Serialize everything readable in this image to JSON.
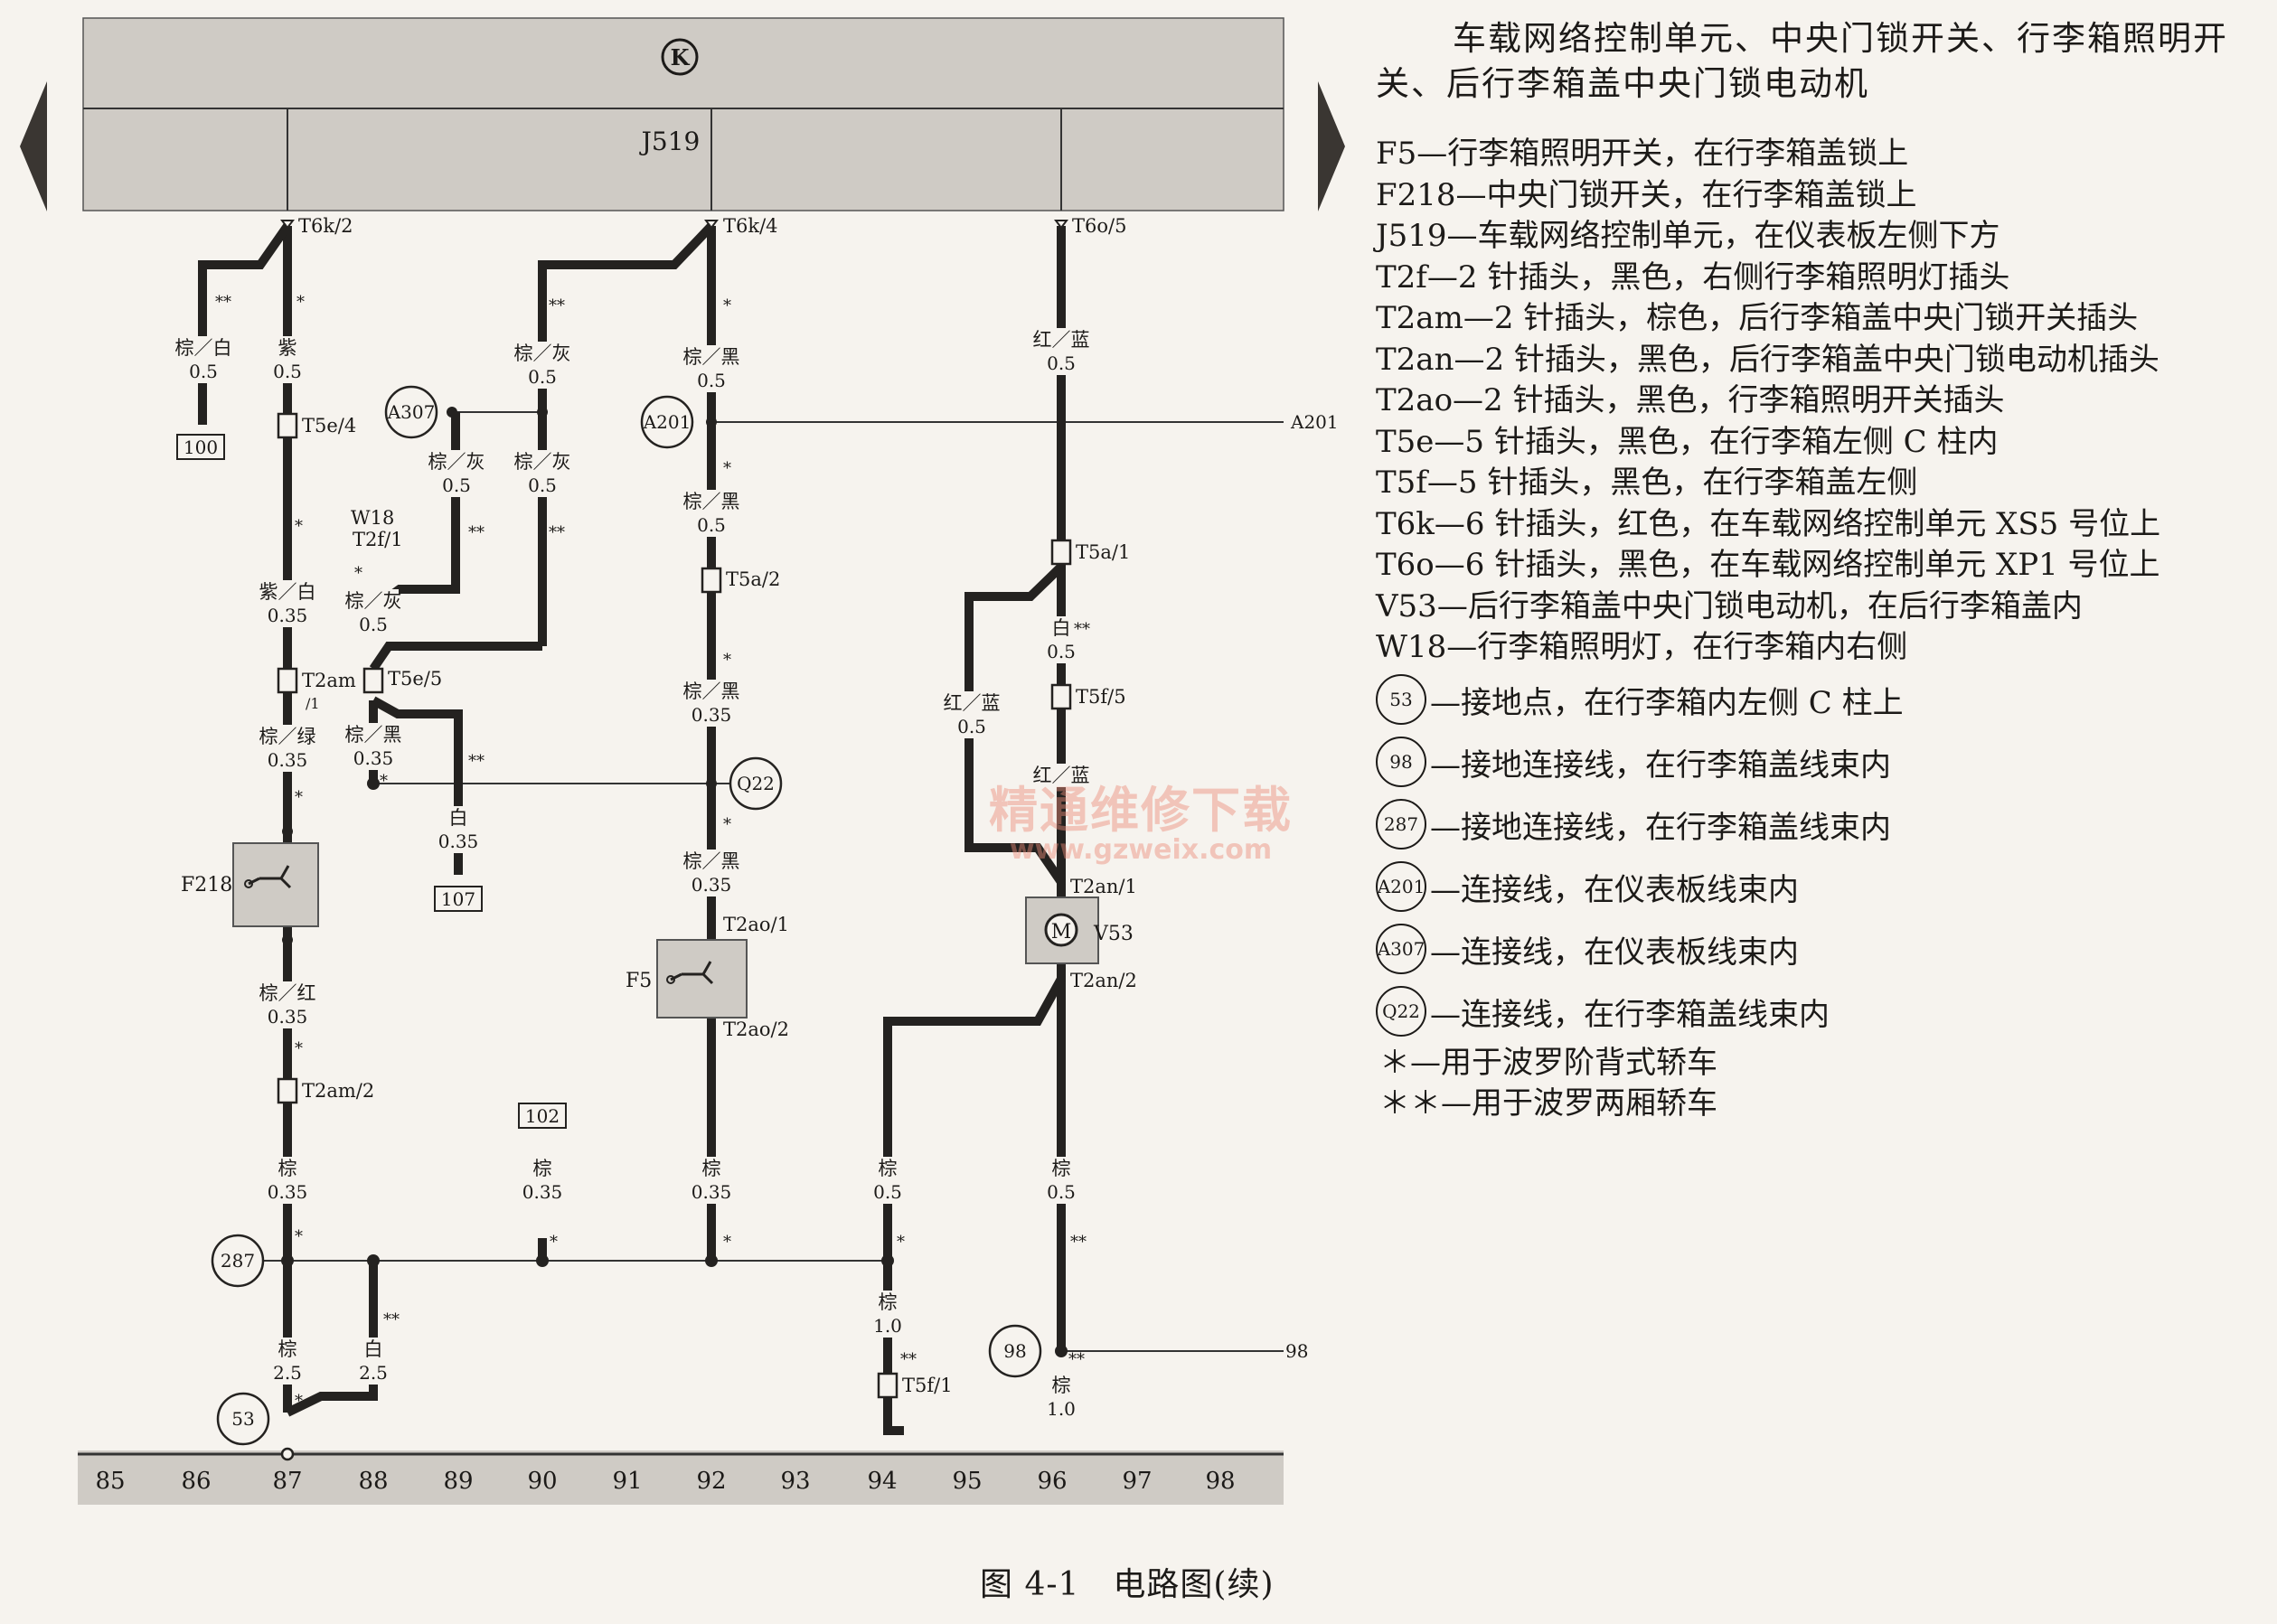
{
  "module": {
    "name": "J519",
    "symbol": "K"
  },
  "column_numbers": [
    "85",
    "86",
    "87",
    "88",
    "89",
    "90",
    "91",
    "92",
    "93",
    "94",
    "95",
    "96",
    "97",
    "98"
  ],
  "wires": {
    "w86a": {
      "color": "棕／白",
      "size": "0.5",
      "mark": "**"
    },
    "w87a": {
      "color": "紫",
      "size": "0.5",
      "mark": "*"
    },
    "w87b": {
      "color": "紫／白",
      "size": "0.35",
      "mark": "*"
    },
    "w87c": {
      "color": "棕／绿",
      "size": "0.35",
      "mark": "*"
    },
    "w87d": {
      "color": "棕／红",
      "size": "0.35",
      "mark": "*"
    },
    "w87e": {
      "color": "棕",
      "size": "0.35",
      "mark": "*"
    },
    "w87f": {
      "color": "棕",
      "size": "2.5",
      "mark": "*"
    },
    "w88a": {
      "color": "棕／灰",
      "size": "0.5",
      "mark": "*"
    },
    "w88b": {
      "color": "白",
      "size": "2.5",
      "mark": "**"
    },
    "w88c": {
      "color": "棕／黑",
      "size": "0.35",
      "mark": "*"
    },
    "w89a": {
      "color": "棕／灰",
      "size": "0.5",
      "mark": "**"
    },
    "w89b": {
      "color": "白",
      "size": "0.35",
      "mark": "**"
    },
    "w90a": {
      "color": "棕／灰",
      "size": "0.5",
      "mark": "**"
    },
    "w90b": {
      "color": "棕／灰",
      "size": "0.5",
      "mark": "**"
    },
    "w90c": {
      "color": "棕",
      "size": "0.35",
      "mark": "*"
    },
    "w92a": {
      "color": "棕／黑",
      "size": "0.5",
      "mark": "*"
    },
    "w92b": {
      "color": "棕／黑",
      "size": "0.5",
      "mark": "*"
    },
    "w92c": {
      "color": "棕／黑",
      "size": "0.35",
      "mark": "*"
    },
    "w92d": {
      "color": "棕／黑",
      "size": "0.35",
      "mark": "*"
    },
    "w92e": {
      "color": "棕",
      "size": "0.35",
      "mark": "*"
    },
    "w94a": {
      "color": "棕",
      "size": "0.5",
      "mark": "*"
    },
    "w94b": {
      "color": "棕",
      "size": "1.0",
      "mark": "**"
    },
    "w95a": {
      "color": "红／蓝",
      "size": "0.5",
      "mark": ""
    },
    "w96a": {
      "color": "红／蓝",
      "size": "0.5",
      "mark": ""
    },
    "w96b": {
      "color": "白",
      "size": "0.5",
      "mark": "**"
    },
    "w96c": {
      "color": "红／蓝",
      "size": "",
      "mark": ""
    },
    "w96d": {
      "color": "棕",
      "size": "0.5",
      "mark": "**"
    },
    "w96e": {
      "color": "棕",
      "size": "1.0",
      "mark": "**"
    }
  },
  "connectors": {
    "T6k2": "T6k/2",
    "T6k4": "T6k/4",
    "T6o5": "T6o/5",
    "T5e4": "T5e/4",
    "T2am1": "T2am",
    "T2am1b": "/1",
    "T5e5": "T5e/5",
    "T2am2": "T2am/2",
    "T5a2": "T5a/2",
    "T5a1": "T5a/1",
    "T5f5": "T5f/5",
    "T2an1": "T2an/1",
    "T2an2": "T2an/2",
    "T2ao1": "T2ao/1",
    "T2ao2": "T2ao/2",
    "T5f1": "T5f/1",
    "W18": "W18",
    "T2f1": "T2f/1"
  },
  "components": {
    "F218": "F218",
    "F5": "F5",
    "V53": "V53",
    "motor": "M"
  },
  "nodes": {
    "A307": "A307",
    "A201": "A201",
    "Q22": "Q22",
    "n287": "287",
    "n98": "98",
    "n53": "53"
  },
  "boxes": {
    "b100": "100",
    "b107": "107",
    "b102": "102"
  },
  "right_refs": {
    "A201": "A201",
    "r98": "98"
  },
  "legend": {
    "title": "车载网络控制单元、中央门锁开关、行李箱照明开关、后行李箱盖中央门锁电动机",
    "entries": [
      "F5—行李箱照明开关，在行李箱盖锁上",
      "F218—中央门锁开关，在行李箱盖锁上",
      "J519—车载网络控制单元，在仪表板左侧下方",
      "T2f—2 针插头，黑色，右侧行李箱照明灯插头",
      "T2am—2 针插头，棕色，后行李箱盖中央门锁开关插头",
      "T2an—2 针插头，黑色，后行李箱盖中央门锁电动机插头",
      "T2ao—2 针插头，黑色，行李箱照明开关插头",
      "T5e—5 针插头，黑色，在行李箱左侧 C 柱内",
      "T5f—5 针插头，黑色，在行李箱盖左侧",
      "T6k—6 针插头，红色，在车载网络控制单元 XS5 号位上",
      "T6o—6 针插头，黑色，在车载网络控制单元 XP1 号位上",
      "V53—后行李箱盖中央门锁电动机，在后行李箱盖内",
      "W18—行李箱照明灯，在行李箱内右侧"
    ],
    "symbols": [
      {
        "sym": "53",
        "text": "—接地点，在行李箱内左侧 C 柱上"
      },
      {
        "sym": "98",
        "text": "—接地连接线，在行李箱盖线束内"
      },
      {
        "sym": "287",
        "text": "—接地连接线，在行李箱盖线束内"
      },
      {
        "sym": "A201",
        "text": "—连接线，在仪表板线束内"
      },
      {
        "sym": "A307",
        "text": "—连接线，在仪表板线束内"
      },
      {
        "sym": "Q22",
        "text": "—连接线，在行李箱盖线束内"
      }
    ],
    "notes": [
      "＊—用于波罗阶背式轿车",
      "＊＊—用于波罗两厢轿车"
    ]
  },
  "caption": "图 4-1　电路图(续)",
  "watermark": {
    "cn": "精通维修下载",
    "url": "www.gzweix.com"
  }
}
